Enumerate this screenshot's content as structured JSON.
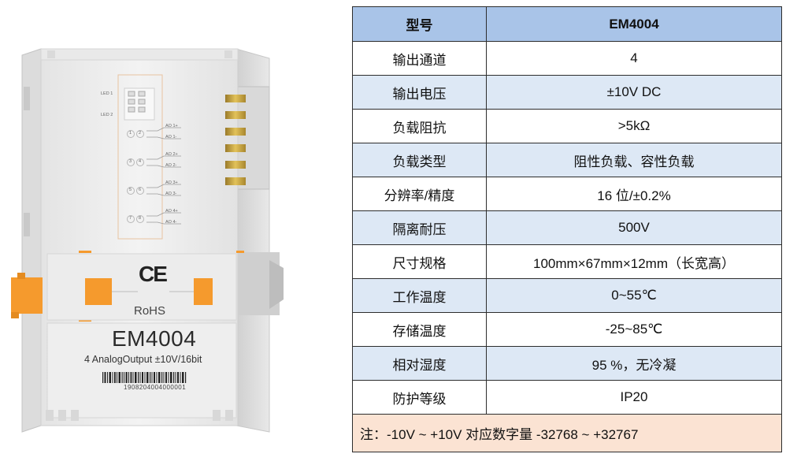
{
  "module": {
    "leds": [
      "LED 1",
      "LED 2"
    ],
    "channels": [
      "AO 1+",
      "AO 1-",
      "AO 2+",
      "AO 2-",
      "AO 3+",
      "AO 3-",
      "AO 4+",
      "AO 4-"
    ],
    "terminal_numbers": [
      "1",
      "2",
      "3",
      "4",
      "5",
      "6",
      "7",
      "8"
    ],
    "ce_mark": "CE",
    "rohs": "RoHS",
    "model": "EM4004",
    "description": "4 AnalogOutput ±10V/16bit",
    "serial": "1908204004000001",
    "colors": {
      "body": "#eeeeee",
      "latch": "#f59a2d",
      "contacts": "#c8a24a"
    }
  },
  "table": {
    "header": {
      "label": "型号",
      "value": "EM4004"
    },
    "rows": [
      {
        "label": "输出通道",
        "value": "4"
      },
      {
        "label": "输出电压",
        "value": "±10V DC"
      },
      {
        "label": "负载阻抗",
        "value": ">5kΩ"
      },
      {
        "label": "负载类型",
        "value": "阻性负载、容性负载"
      },
      {
        "label": "分辨率/精度",
        "value": "16 位/±0.2%"
      },
      {
        "label": "隔离耐压",
        "value": "500V"
      },
      {
        "label": "尺寸规格",
        "value": "100mm×67mm×12mm（长宽高）"
      },
      {
        "label": "工作温度",
        "value": "0~55℃"
      },
      {
        "label": "存储温度",
        "value": "-25~85℃"
      },
      {
        "label": "相对湿度",
        "value": "95 %，无冷凝"
      },
      {
        "label": "防护等级",
        "value": "IP20"
      }
    ],
    "note": "注：-10V ~ +10V 对应数字量 -32768 ~ +32767",
    "colors": {
      "header": "#a9c4e8",
      "alt_row": "#dde8f5",
      "note": "#fbe3d3"
    }
  }
}
